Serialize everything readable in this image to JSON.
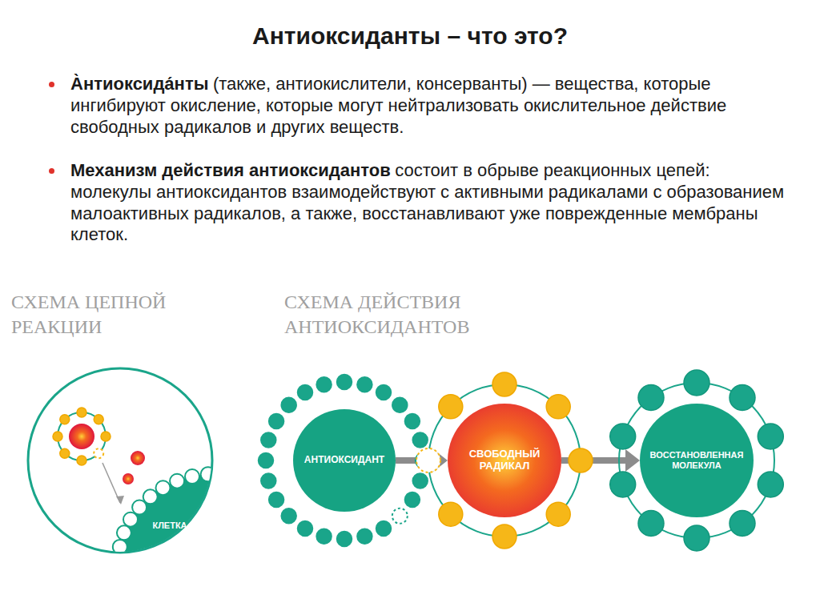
{
  "diagram": {
    "title": "Антиоксиданты – что это?",
    "nodes": [
      {
        "text": [
          "КЛЕТКА"
        ]
      },
      {
        "text": [
          "АНТИОКСИДАНТ"
        ]
      },
      {
        "text": [
          "СВОБОДНЫЙ РАДИКАЛ"
        ]
      },
      {
        "text": [
          "ВОССТАНОВЛЕННАЯ МОЛЕКУЛА"
        ]
      }
    ],
    "edges": [
      {
        "from": 1,
        "to": 2,
        "arrow": "to"
      },
      {
        "from": 2,
        "to": 3,
        "arrow": "to"
      }
    ],
    "labels": [
      "А̀нтиоксида́нты",
      "(также, антиокислители, консерванты) — вещества, которые ингибируют окисление, которые могут нейтрализовать окислительное действие свободных радикалов и других веществ.",
      "Механизм действия антиоксидантов",
      "состоит в обрыве реакционных цепей: молекулы антиоксидантов взаимодействуют с активными радикалами с образованием малоактивных радикалов, а также, восстанавливают уже поврежденные мембраны клеток.",
      "СХЕМА ЦЕПНОЙ РЕАКЦИИ",
      "СХЕМА ДЕЙСТВИЯ АНТИОКСИДАНТОВ"
    ]
  }
}
